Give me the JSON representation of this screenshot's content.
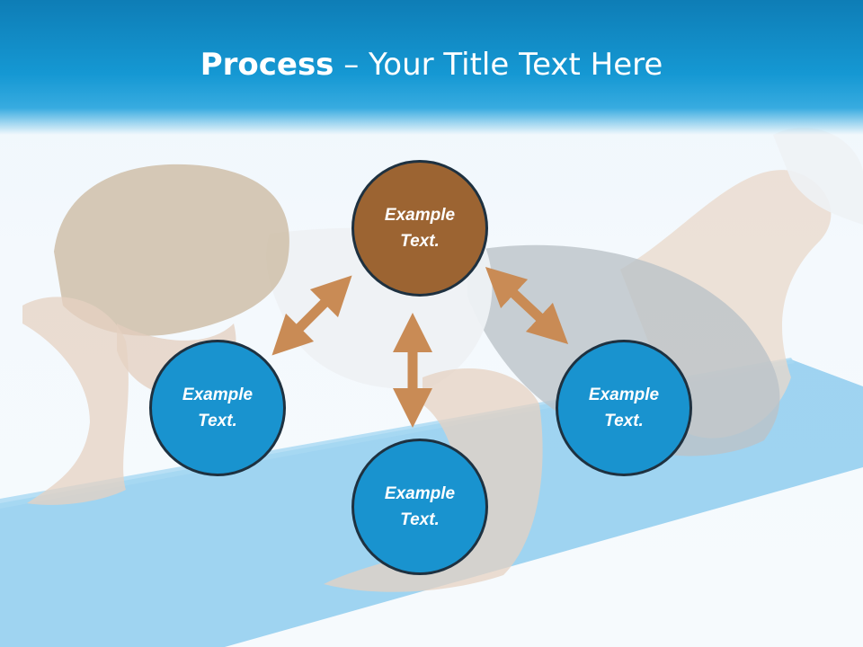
{
  "title": {
    "bold": "Process",
    "rest": " – Your Title Text Here"
  },
  "nodes": {
    "top": {
      "line1": "Example",
      "line2": "Text."
    },
    "left": {
      "line1": "Example",
      "line2": "Text."
    },
    "right": {
      "line1": "Example",
      "line2": "Text."
    },
    "bottom": {
      "line1": "Example",
      "line2": "Text."
    }
  },
  "colors": {
    "header": "#1598d3",
    "circle_blue": "#1993cf",
    "circle_brown": "#9c6432",
    "arrow": "#c98b55"
  }
}
